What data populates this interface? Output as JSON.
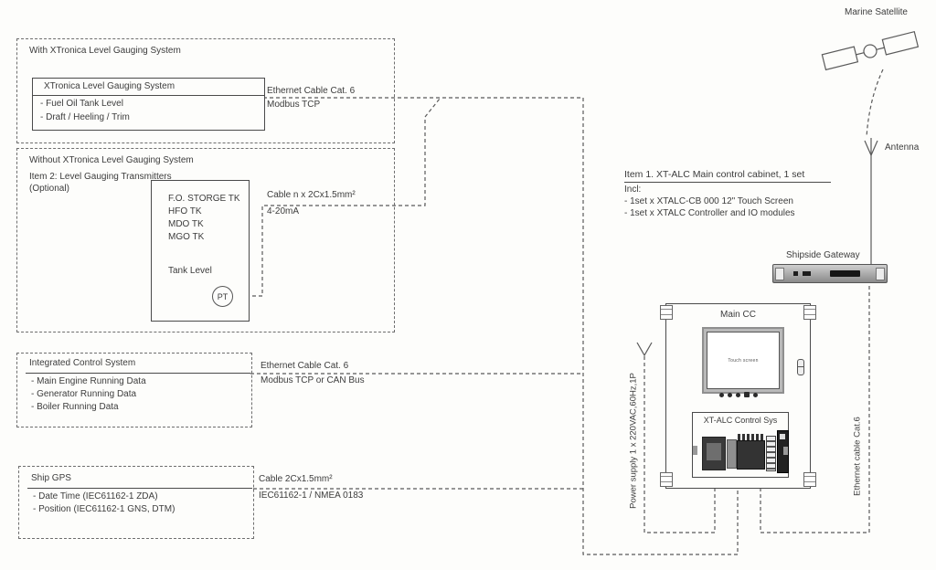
{
  "diagram": {
    "with_system": {
      "title": "With XTronica Level Gauging System",
      "inner_title": "XTronica Level Gauging System",
      "items": [
        "- Fuel Oil Tank Level",
        "- Draft /  Heeling / Trim"
      ]
    },
    "eth1_label": {
      "line1": "Ethernet Cable Cat. 6",
      "line2": "Modbus TCP"
    },
    "without_system": {
      "title": "Without XTronica Level Gauging System",
      "subtitle": "Item 2:  Level Gauging Transmitters",
      "note": "(Optional)",
      "tank": {
        "rows": [
          "F.O.  STORGE TK",
          "HFO TK",
          "MDO TK",
          "MGO TK"
        ],
        "level_label": "Tank  Level",
        "sensor_label": "PT"
      }
    },
    "cable420_label": {
      "line1": "Cable n x 2Cx1.5mm²",
      "line2": "4-20mA"
    },
    "ics": {
      "title": "Integrated Control System",
      "items": [
        "- Main Engine  Running Data",
        "- Generator  Running Data",
        "- Boiler  Running Data"
      ]
    },
    "eth2_label": {
      "line1": "Ethernet Cable Cat. 6",
      "line2": "Modbus TCP or CAN Bus"
    },
    "gps": {
      "title": "Ship GPS",
      "items": [
        "- Date Time  (IEC61162-1 ZDA)",
        "- Position (IEC61162-1 GNS, DTM)"
      ]
    },
    "gps_cable_label": {
      "line1": "Cable 2Cx1.5mm²",
      "line2": "IEC61162-1 / NMEA 0183"
    },
    "item1": {
      "title": "Item 1. XT-ALC Main control cabinet, 1 set",
      "incl": "Incl:",
      "items": [
        "- 1set x XTALC-CB 000 12\" Touch Screen",
        "- 1set x XTALC Controller and IO modules"
      ]
    },
    "satellite_label": "Marine Satellite",
    "antenna_label": "Antenna",
    "gateway_label": "Shipside Gateway",
    "cabinet": {
      "title": "Main CC",
      "screen_label": "Touch screen",
      "control_label": "XT-ALC Control Sys"
    },
    "power_label": "Power supply 1 x 220VAC,60Hz,1P",
    "eth_vertical_label": "Ethernet cable Cat.6"
  },
  "colors": {
    "ink": "#3c3c3c",
    "line": "#5a5a5a",
    "background": "#fdfdfb"
  }
}
